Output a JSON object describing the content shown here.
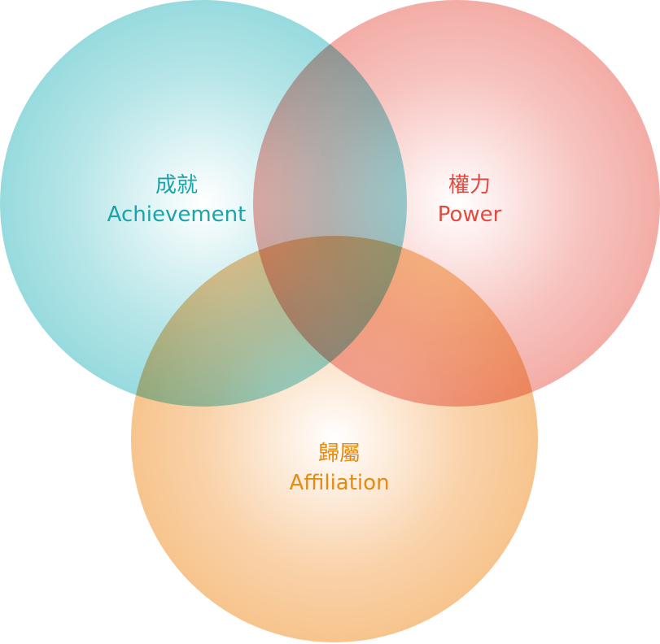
{
  "diagram": {
    "circles": [
      {
        "id": "achievement",
        "label_zh": "成就",
        "label_en": "Achievement",
        "color": "#54c4c9",
        "text_color": "#1aa3a8"
      },
      {
        "id": "power",
        "label_zh": "權力",
        "label_en": "Power",
        "color": "#ea7469",
        "text_color": "#e04a3f"
      },
      {
        "id": "affiliation",
        "label_zh": "歸屬",
        "label_en": "Affiliation",
        "color": "#f2a046",
        "text_color": "#e58a13"
      }
    ]
  }
}
